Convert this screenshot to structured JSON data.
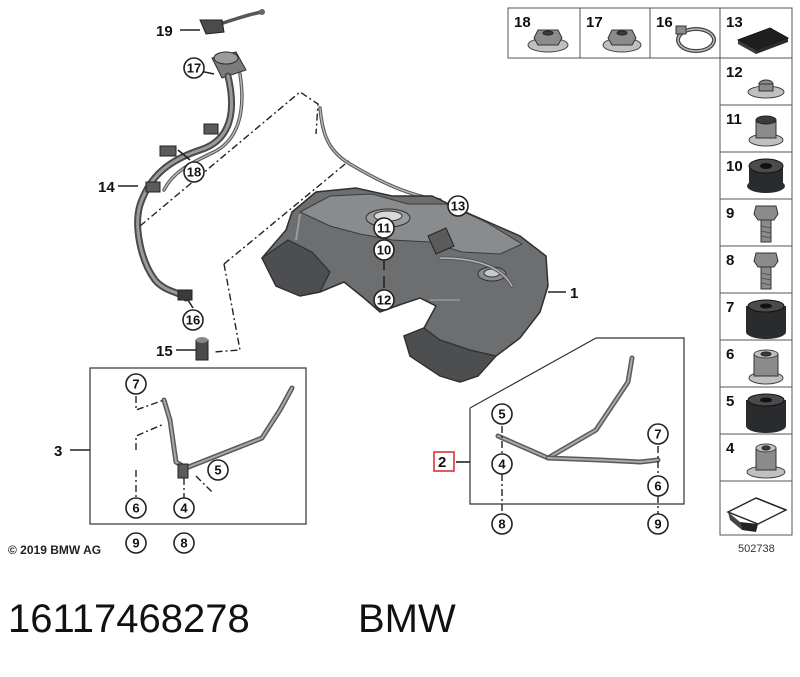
{
  "diagram": {
    "callouts": {
      "c19": "19",
      "c17": "17",
      "c14": "14",
      "c18": "18",
      "c16": "16",
      "c15": "15",
      "c13": "13",
      "c11": "11",
      "c10": "10",
      "c12": "12",
      "c1": "1",
      "c3": "3",
      "c7a": "7",
      "c5a": "5",
      "c6a": "6",
      "c4a": "4",
      "c9a": "9",
      "c8a": "8",
      "c2": "2",
      "c5b": "5",
      "c4b": "4",
      "c8b": "8",
      "c7b": "7",
      "c6b": "6",
      "c9b": "9"
    },
    "parts_grid": {
      "top_row": [
        "18",
        "17",
        "16",
        "13"
      ],
      "right_column": [
        "12",
        "11",
        "10",
        "9",
        "8",
        "7",
        "6",
        "5",
        "4"
      ]
    },
    "copyright": "© 2019 BMW AG",
    "reference_number": "502738",
    "highlight_color": "#e0303a"
  },
  "footer": {
    "part_number": "16117468278",
    "brand": "BMW"
  }
}
